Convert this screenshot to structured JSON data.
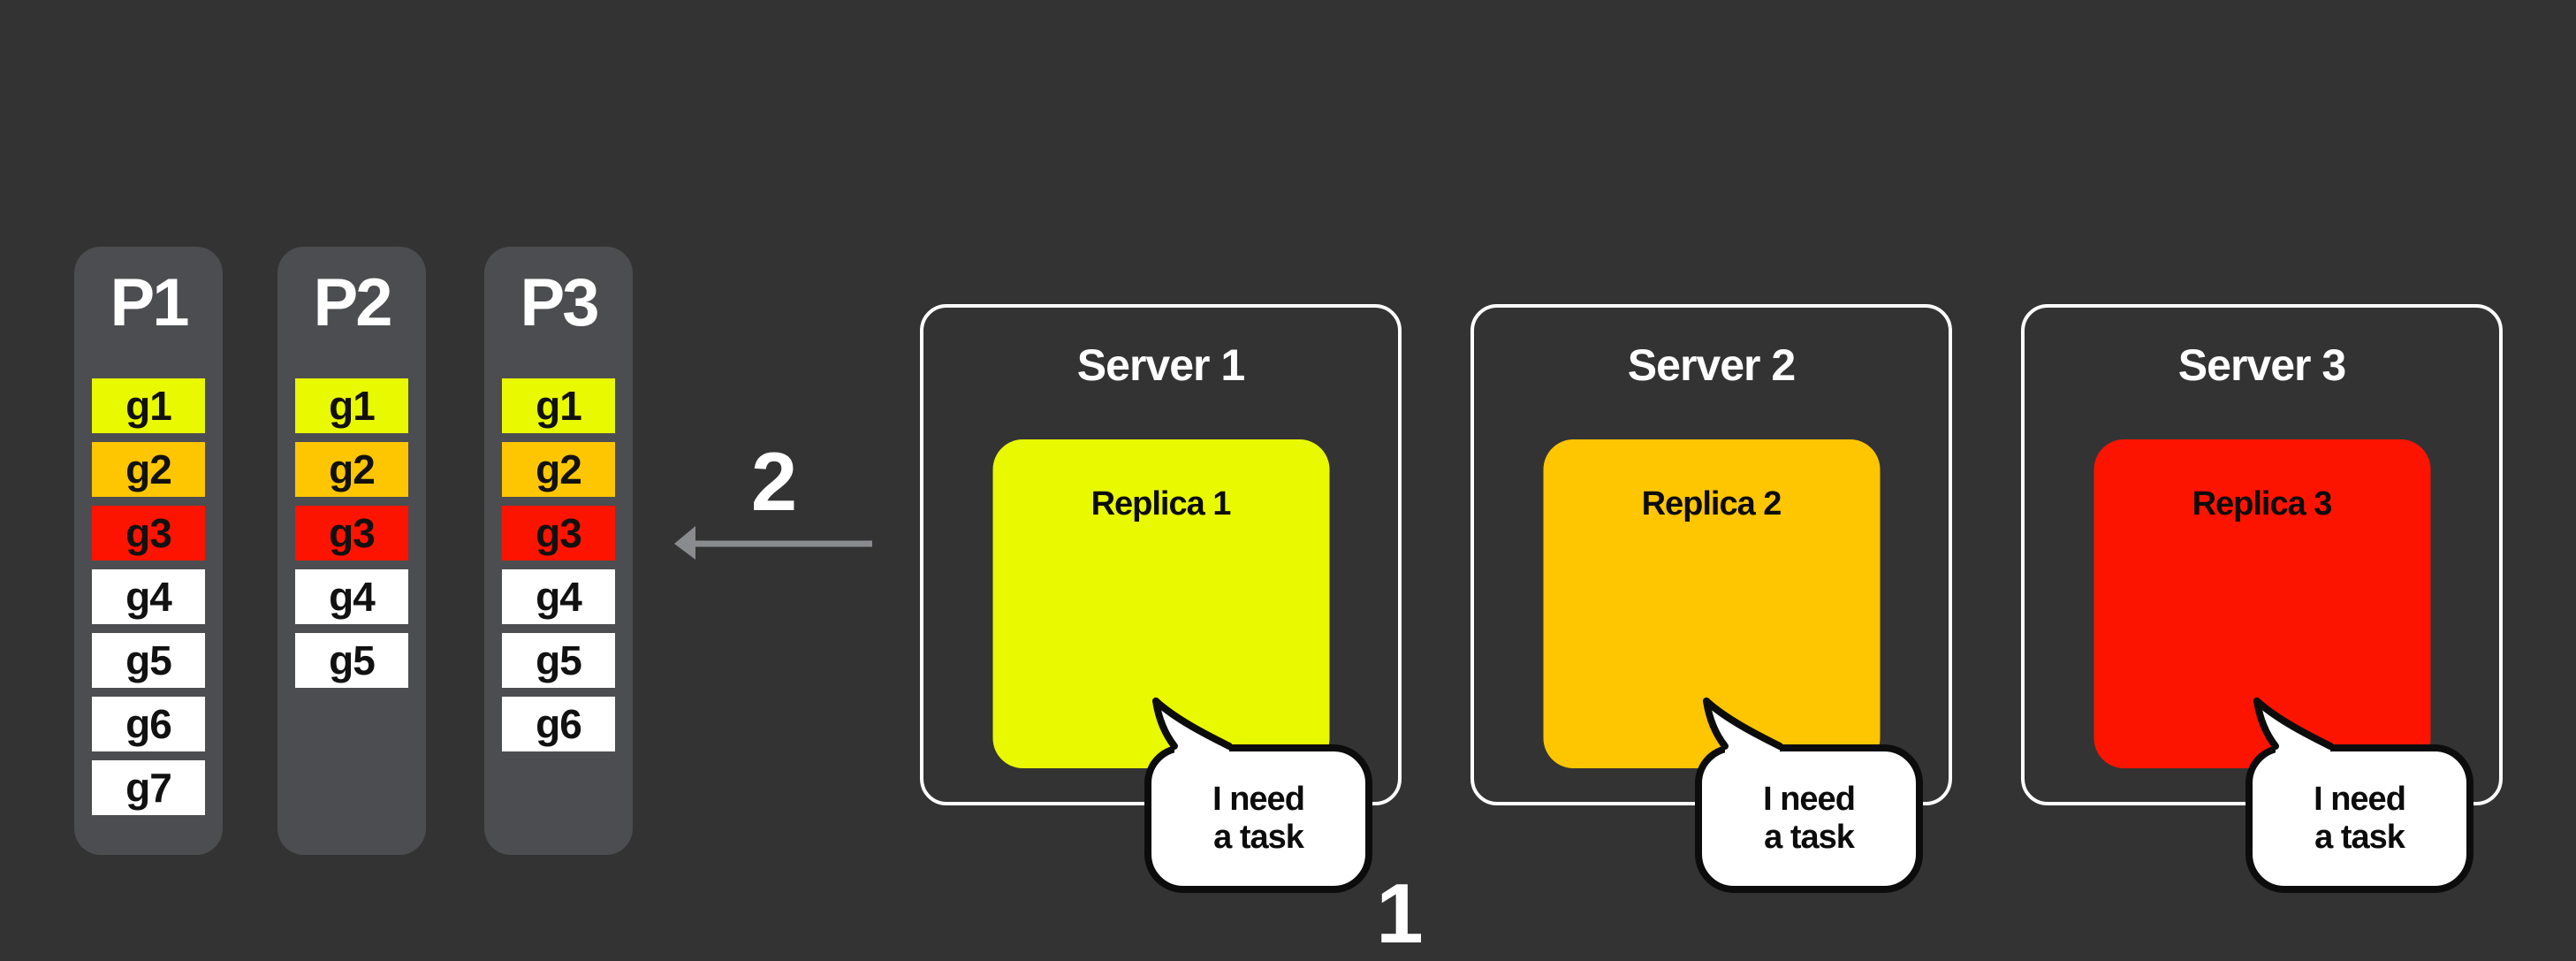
{
  "colors": {
    "background": "#333333",
    "partition_bg": "#4C4D50",
    "yellow": "#E9F900",
    "amber": "#FEC601",
    "red": "#FD1400",
    "white": "#FFFFFF",
    "arrow_gray": "#8A8B8E",
    "outline_black": "#0C0C0C",
    "text_white": "#FFFFFF"
  },
  "partitions": [
    {
      "title": "P1",
      "tasks": [
        "g1",
        "g2",
        "g3",
        "g4",
        "g5",
        "g6",
        "g7"
      ],
      "task_colors": [
        "yellow",
        "amber",
        "red",
        "white",
        "white",
        "white",
        "white"
      ]
    },
    {
      "title": "P2",
      "tasks": [
        "g1",
        "g2",
        "g3",
        "g4",
        "g5"
      ],
      "task_colors": [
        "yellow",
        "amber",
        "red",
        "white",
        "white"
      ]
    },
    {
      "title": "P3",
      "tasks": [
        "g1",
        "g2",
        "g3",
        "g4",
        "g5",
        "g6"
      ],
      "task_colors": [
        "yellow",
        "amber",
        "red",
        "white",
        "white",
        "white"
      ]
    }
  ],
  "steps": {
    "request_label": "1",
    "assign_label": "2"
  },
  "servers": [
    {
      "title": "Server 1",
      "replica": "Replica 1",
      "replica_color": "yellow",
      "speech": {
        "line1": "I need",
        "line2": "a task"
      }
    },
    {
      "title": "Server 2",
      "replica": "Replica 2",
      "replica_color": "amber",
      "speech": {
        "line1": "I need",
        "line2": "a task"
      }
    },
    {
      "title": "Server 3",
      "replica": "Replica 3",
      "replica_color": "red",
      "speech": {
        "line1": "I need",
        "line2": "a task"
      }
    }
  ]
}
